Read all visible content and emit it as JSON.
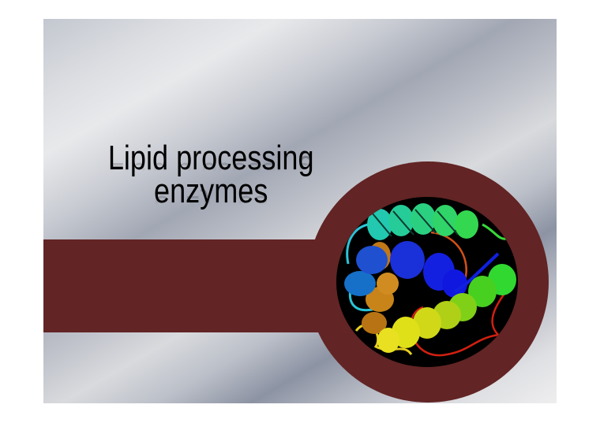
{
  "slide": {
    "title_line1": "Lipid processing",
    "title_line2": "enzymes",
    "colors": {
      "accent_band": "#622424",
      "ring": "#622424",
      "image_background": "#000000",
      "title_text": "#000000"
    },
    "image": {
      "icon": "protein-ribbon-structure-icon",
      "description": "Rainbow-colored protein ribbon diagram (alpha helices)"
    }
  }
}
